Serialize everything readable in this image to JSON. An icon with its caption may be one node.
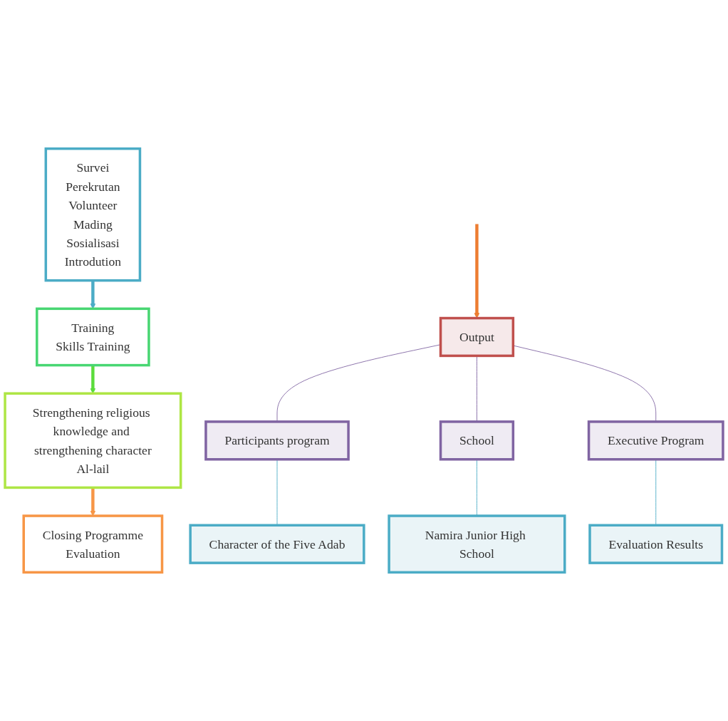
{
  "diagram": {
    "nodes": [
      {
        "text": [
          "Survei",
          "Perekrutan",
          "Volunteer",
          "Mading",
          "Sosialisasi",
          "Introdution"
        ]
      },
      {
        "text": [
          "Training",
          "Skills Training"
        ]
      },
      {
        "text": [
          "Strengthening religious knowledge and strengthening character",
          "Al-lail"
        ]
      },
      {
        "text": [
          "Closing Programme",
          "Evaluation"
        ]
      },
      {
        "text": [
          "Output"
        ]
      },
      {
        "text": [
          "Participants program"
        ]
      },
      {
        "text": [
          "School"
        ]
      },
      {
        "text": [
          "Executive Program"
        ]
      },
      {
        "text": [
          "Character of the Five Adab"
        ]
      },
      {
        "text": [
          "Namira Junior High School"
        ]
      },
      {
        "text": [
          "Evaluation Results"
        ]
      }
    ],
    "edges": [
      {
        "from": 0,
        "to": 1,
        "arrow": "to",
        "style": "thick",
        "color": "#4bacc6"
      },
      {
        "from": 1,
        "to": 2,
        "arrow": "to",
        "style": "thick",
        "color": "#5bdc3c"
      },
      {
        "from": 2,
        "to": 3,
        "arrow": "to",
        "style": "thick",
        "color": "#f79646"
      },
      {
        "from": null,
        "to": 4,
        "arrow": "to",
        "style": "thick",
        "color": "#ed7d31"
      },
      {
        "from": 4,
        "to": 5,
        "arrow": "none",
        "color": "#8064a2"
      },
      {
        "from": 4,
        "to": 6,
        "arrow": "none",
        "color": "#8064a2"
      },
      {
        "from": 4,
        "to": 7,
        "arrow": "none",
        "color": "#8064a2"
      },
      {
        "from": 5,
        "to": 8,
        "arrow": "none",
        "color": "#4bacc6"
      },
      {
        "from": 6,
        "to": 9,
        "arrow": "none",
        "color": "#4bacc6"
      },
      {
        "from": 7,
        "to": 10,
        "arrow": "none",
        "color": "#4bacc6"
      }
    ]
  }
}
